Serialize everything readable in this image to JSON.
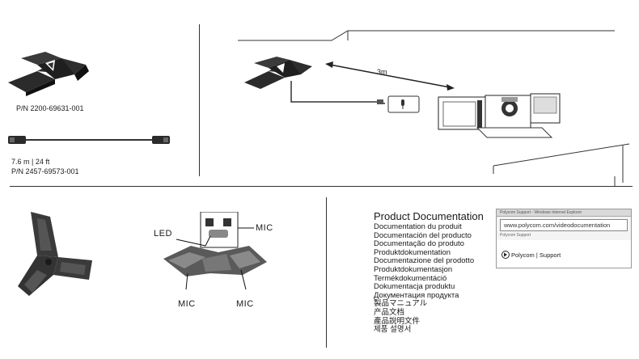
{
  "kit": {
    "phone_part_number": "P/N 2200-69631-001",
    "cable_length": "7.6 m | 24 ft",
    "cable_part_number": "P/N 2457-69573-001"
  },
  "setup": {
    "distance": "3m"
  },
  "mic_diagram": {
    "led_label": "LED",
    "mic_top_label": "MIC",
    "mic_left_label": "MIC",
    "mic_right_label": "MIC"
  },
  "documentation": {
    "title": "Product Documentation",
    "languages": [
      "Documentation du produit",
      "Documentación del producto",
      "Documentação do produto",
      "Produktdokumentation",
      "Documentazione del prodotto",
      "Produktdokumentasjon",
      "Termékdokumentáció",
      "Dokumentacja produktu",
      "Документация продукта",
      "製品マニュアル",
      "产品文档",
      "產品說明文件",
      "제품 설명서"
    ],
    "browser": {
      "titlebar": "Polycom Support - Windows Internet Explorer",
      "url": "www.polycom.com/videodocumentation",
      "tab": "Polycom Support",
      "brand_name": "Polycom",
      "brand_section": "Support"
    }
  }
}
